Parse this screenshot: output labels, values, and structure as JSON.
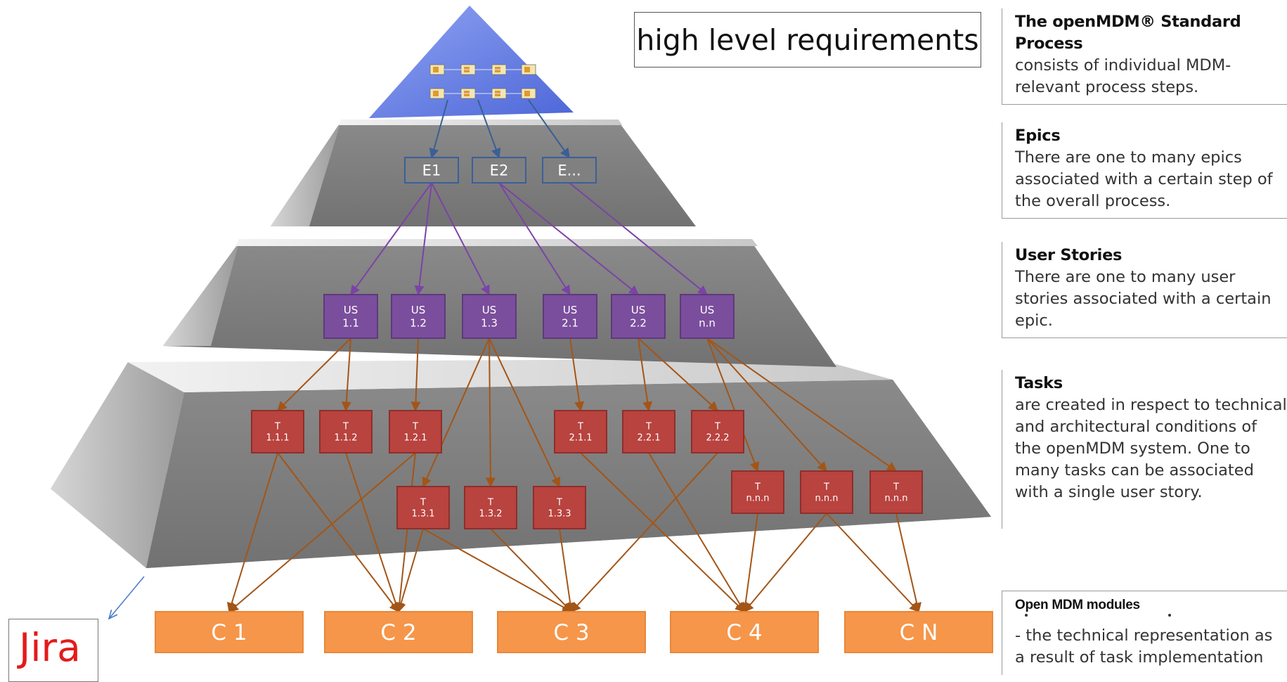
{
  "title": "high level requirements",
  "jira_label": "Jira",
  "epics": [
    "E1",
    "E2",
    "E..."
  ],
  "user_stories": [
    [
      "US",
      "1.1"
    ],
    [
      "US",
      "1.2"
    ],
    [
      "US",
      "1.3"
    ],
    [
      "US",
      "2.1"
    ],
    [
      "US",
      "2.2"
    ],
    [
      "US",
      "n.n"
    ]
  ],
  "tasks": [
    [
      "T",
      "1.1.1"
    ],
    [
      "T",
      "1.1.2"
    ],
    [
      "T",
      "1.2.1"
    ],
    [
      "T",
      "2.1.1"
    ],
    [
      "T",
      "2.2.1"
    ],
    [
      "T",
      "2.2.2"
    ],
    [
      "T",
      "1.3.1"
    ],
    [
      "T",
      "1.3.2"
    ],
    [
      "T",
      "1.3.3"
    ],
    [
      "T",
      "n.n.n"
    ],
    [
      "T",
      "n.n.n"
    ],
    [
      "T",
      "n.n.n"
    ]
  ],
  "components": [
    "C 1",
    "C 2",
    "C 3",
    "C 4",
    "C N"
  ],
  "descriptions": {
    "process": {
      "heading": "The openMDM® Standard Process",
      "body": "consists of individual MDM-relevant process steps."
    },
    "epics": {
      "heading": "Epics",
      "body": "There are one to many epics associated with a certain step of the overall process."
    },
    "user_stories": {
      "heading": "User Stories",
      "body": "There are one to many user stories associated with a certain epic."
    },
    "tasks": {
      "heading": "Tasks",
      "body": "are created in respect to technical and architectural conditions of the openMDM system. One to many tasks can be associated with a single user story."
    },
    "modules": {
      "heading": "Open MDM modules",
      "body": "- the technical representation as a result of task implementation"
    }
  },
  "colors": {
    "epic_fill": "#808080",
    "epic_border": "#3b5f9a",
    "epic_arrow": "#3a5f94",
    "story_fill": "#7a4e9c",
    "story_arrow": "#7b43a6",
    "task_fill": "#b8433f",
    "task_arrow": "#a35517",
    "component_fill": "#f5964a",
    "jira_text": "#e31b1b",
    "apex": "#6f86e8"
  },
  "icon_names": [
    "process-step-icon"
  ]
}
